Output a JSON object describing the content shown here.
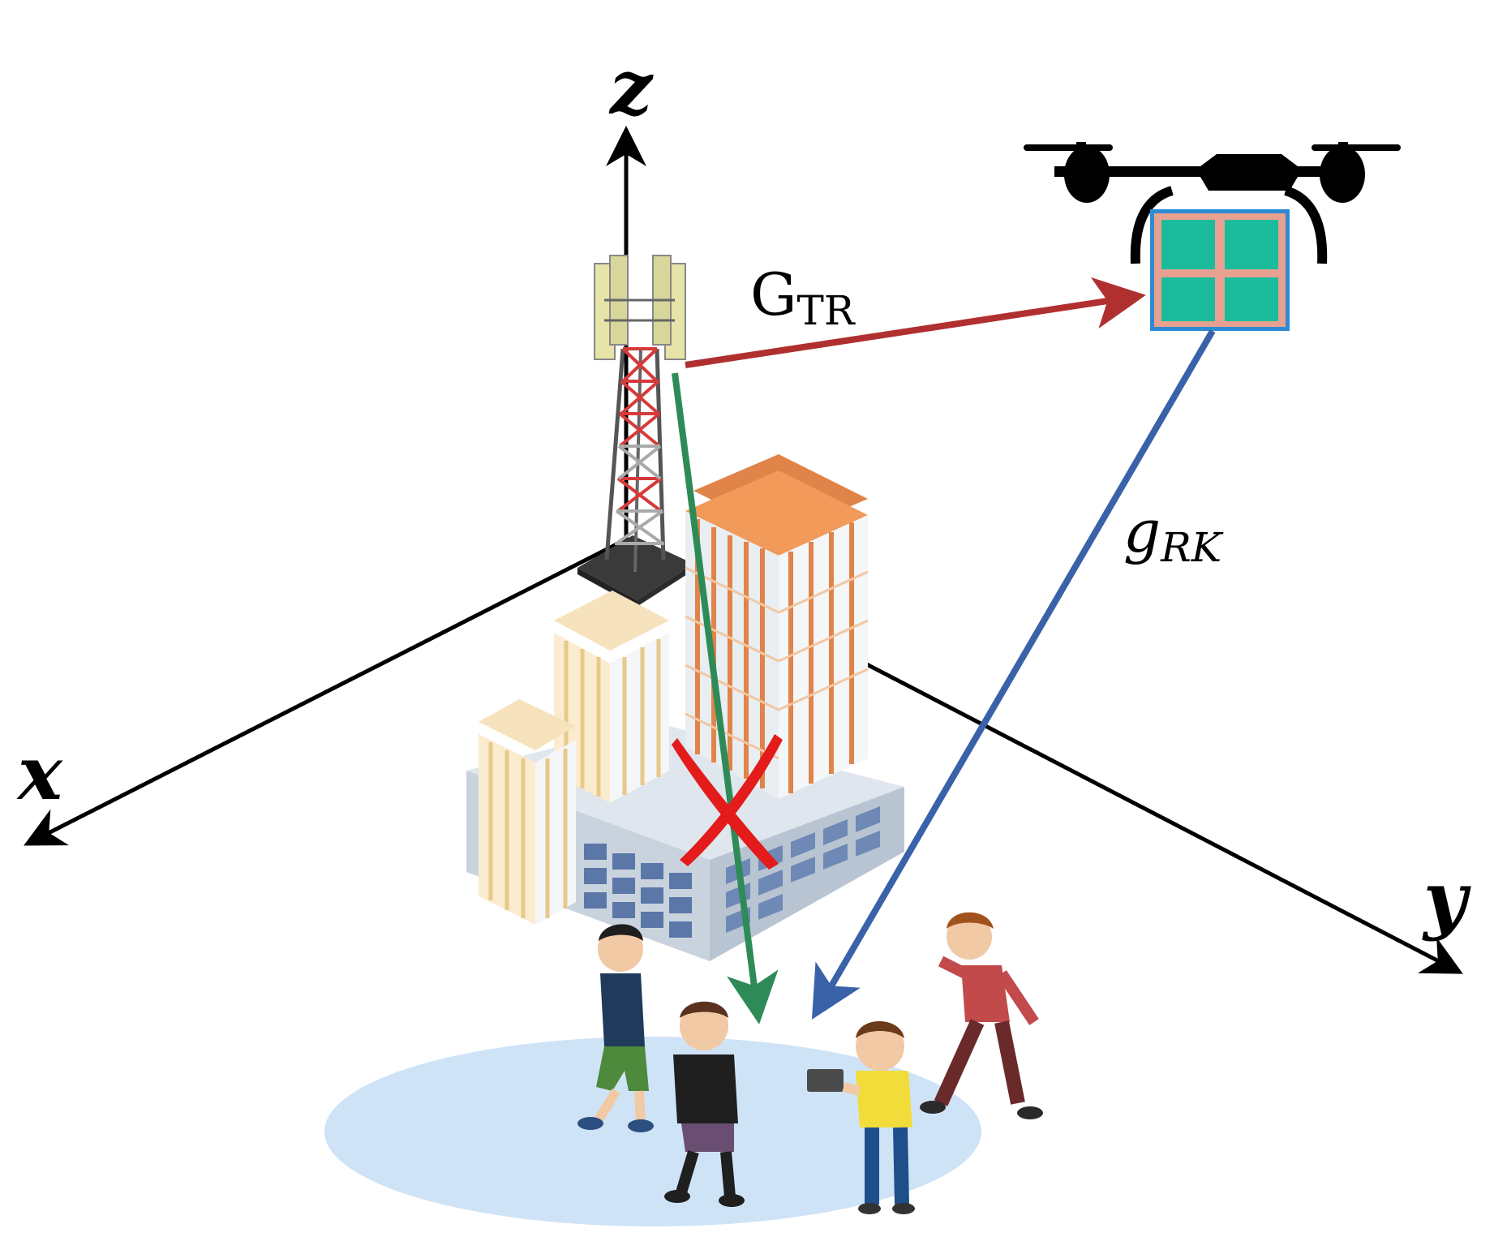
{
  "axes": {
    "x_label": "x",
    "y_label": "y",
    "z_label": "z"
  },
  "channels": {
    "bs_to_ris": {
      "symbol": "G",
      "subscript": "TR",
      "color": "#b03030"
    },
    "ris_to_users": {
      "symbol": "g",
      "subscript": "RK",
      "color": "#3a62a8"
    },
    "bs_to_users_direct": {
      "color": "#2e8b57",
      "blocked": true
    }
  },
  "colors": {
    "blocked_mark": "#e31b1b",
    "user_area": "#cfe3f7",
    "ris_panel": "#1abc9c",
    "ris_grid": "#e8a090",
    "tower_red": "#d63a3a"
  },
  "icons": [
    "base-station-tower-icon",
    "drone-icon",
    "ris-panel-icon",
    "building-icon",
    "user-icon"
  ]
}
